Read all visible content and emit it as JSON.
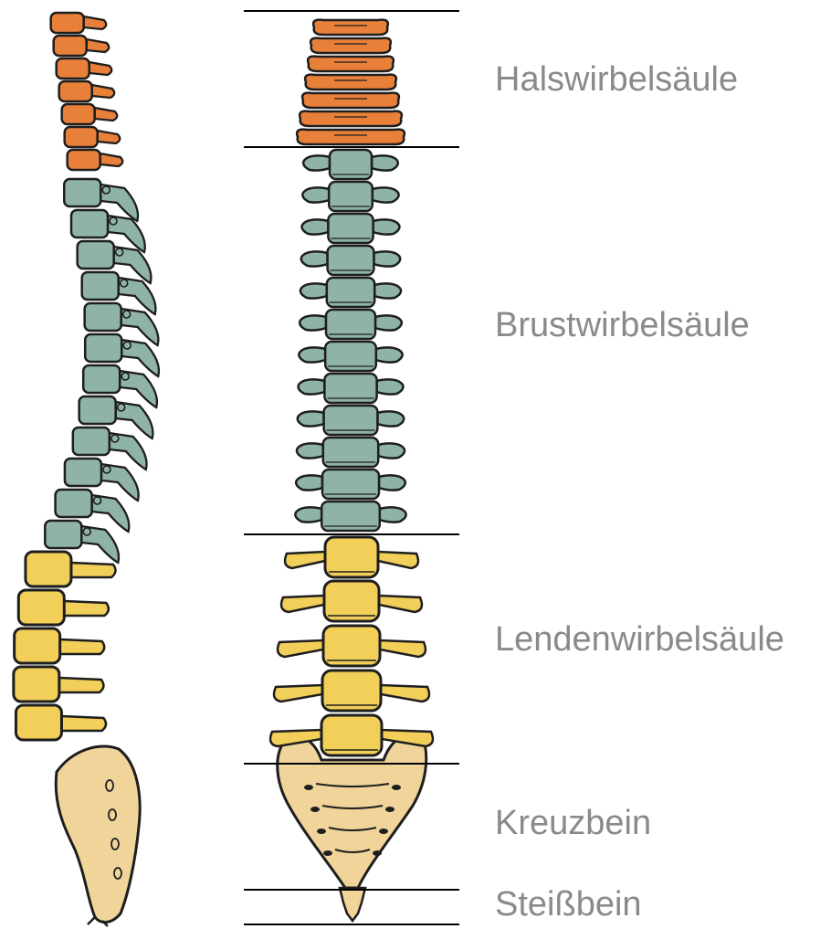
{
  "diagram": {
    "regions": [
      {
        "key": "cervical",
        "label": "Halswirbelsäule",
        "color": "#e8803a",
        "vertebrae": 7
      },
      {
        "key": "thoracic",
        "label": "Brustwirbelsäule",
        "color": "#8fb3a9",
        "vertebrae": 12
      },
      {
        "key": "lumbar",
        "label": "Lendenwirbelsäule",
        "color": "#f2cf59",
        "vertebrae": 5
      },
      {
        "key": "sacrum",
        "label": "Kreuzbein",
        "color": "#f0d49a"
      },
      {
        "key": "coccyx",
        "label": "Steißbein",
        "color": "#f0d49a"
      }
    ],
    "outline_color": "#1e1e1e",
    "label_color": "#8a8a8a",
    "divider_color": "#000000"
  }
}
